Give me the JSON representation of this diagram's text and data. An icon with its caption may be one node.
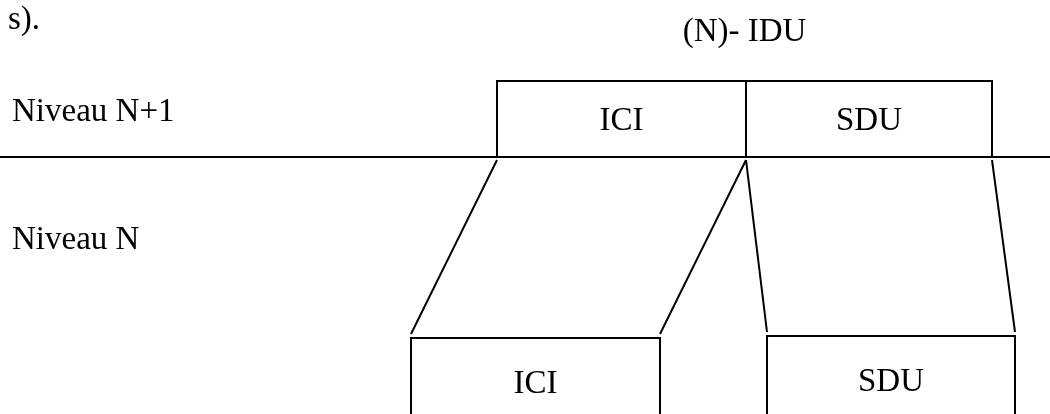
{
  "diagram": {
    "nodes": [
      {
        "text": [
          "(N)- IDU"
        ]
      },
      {
        "text": [
          "ICI"
        ],
        "in": 0
      },
      {
        "text": [
          "SDU"
        ],
        "in": 0
      },
      {
        "text": [
          "ICI"
        ]
      },
      {
        "text": [
          "SDU"
        ]
      }
    ],
    "edges": [
      {
        "from": 1,
        "to": 3,
        "arrow": "none"
      },
      {
        "from": 1,
        "to": 3,
        "arrow": "none"
      },
      {
        "from": 2,
        "to": 4,
        "arrow": "none"
      },
      {
        "from": 2,
        "to": 4,
        "arrow": "none"
      }
    ],
    "labels": [
      "s).",
      "Niveau N+1",
      "Niveau N"
    ]
  }
}
